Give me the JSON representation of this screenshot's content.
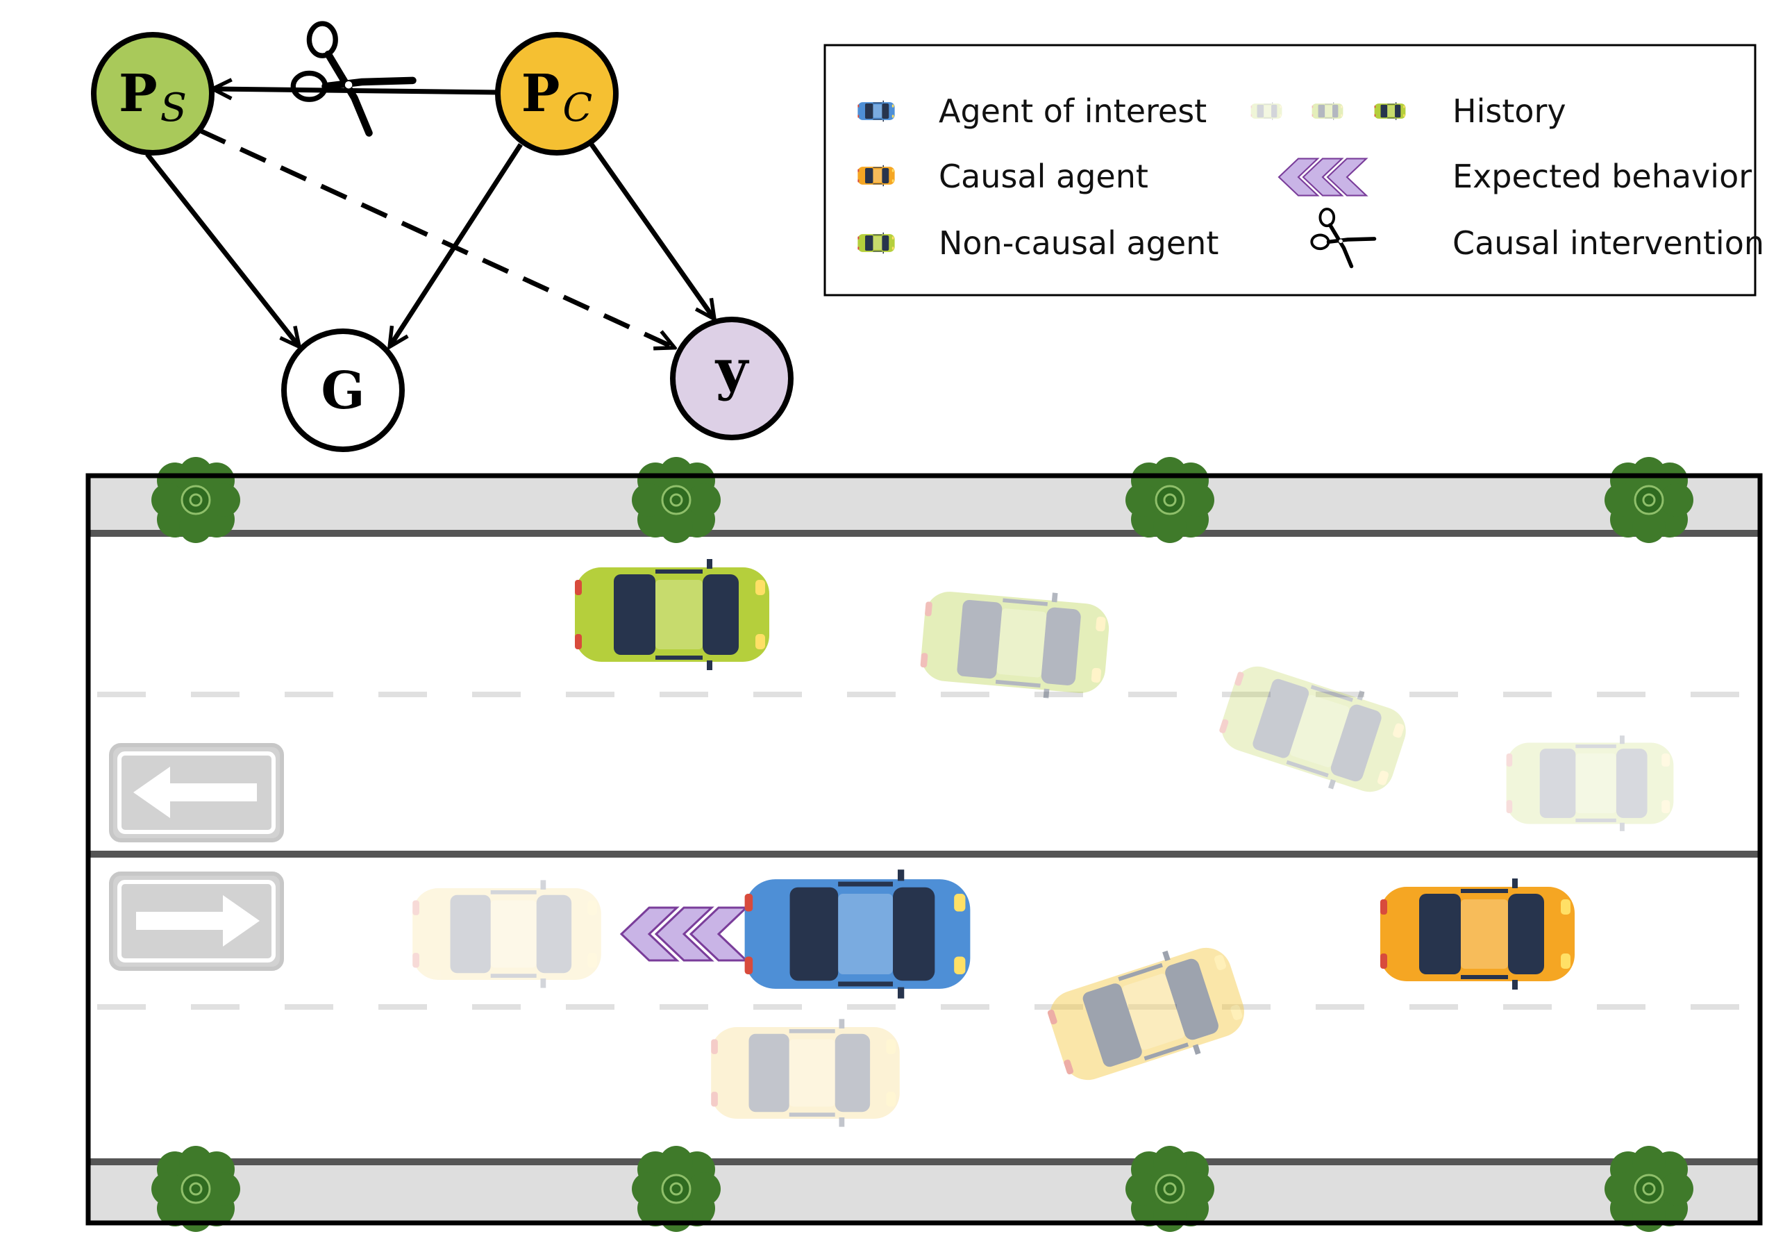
{
  "graph": {
    "nodes": {
      "ps": {
        "label": "P",
        "sub": "S",
        "color": "#a9c95a"
      },
      "pc": {
        "label": "P",
        "sub": "C",
        "color": "#f5c032"
      },
      "g": {
        "label": "G",
        "color": "#ffffff"
      },
      "y": {
        "label": "y",
        "color": "#ddd0e6"
      }
    }
  },
  "legend": {
    "agent_of_interest": "Agent of interest",
    "causal_agent": "Causal agent",
    "non_causal_agent": "Non-causal agent",
    "history": "History",
    "expected_behavior": "Expected behavior",
    "causal_intervention": "Causal intervention"
  },
  "colors": {
    "agent_of_interest": "#4e8fd6",
    "causal_agent": "#f5a623",
    "non_causal_agent": "#b5cf3c",
    "expected_behavior": "#b89ad6",
    "tree": "#3f7a2a",
    "road_shoulder": "#dedede"
  }
}
